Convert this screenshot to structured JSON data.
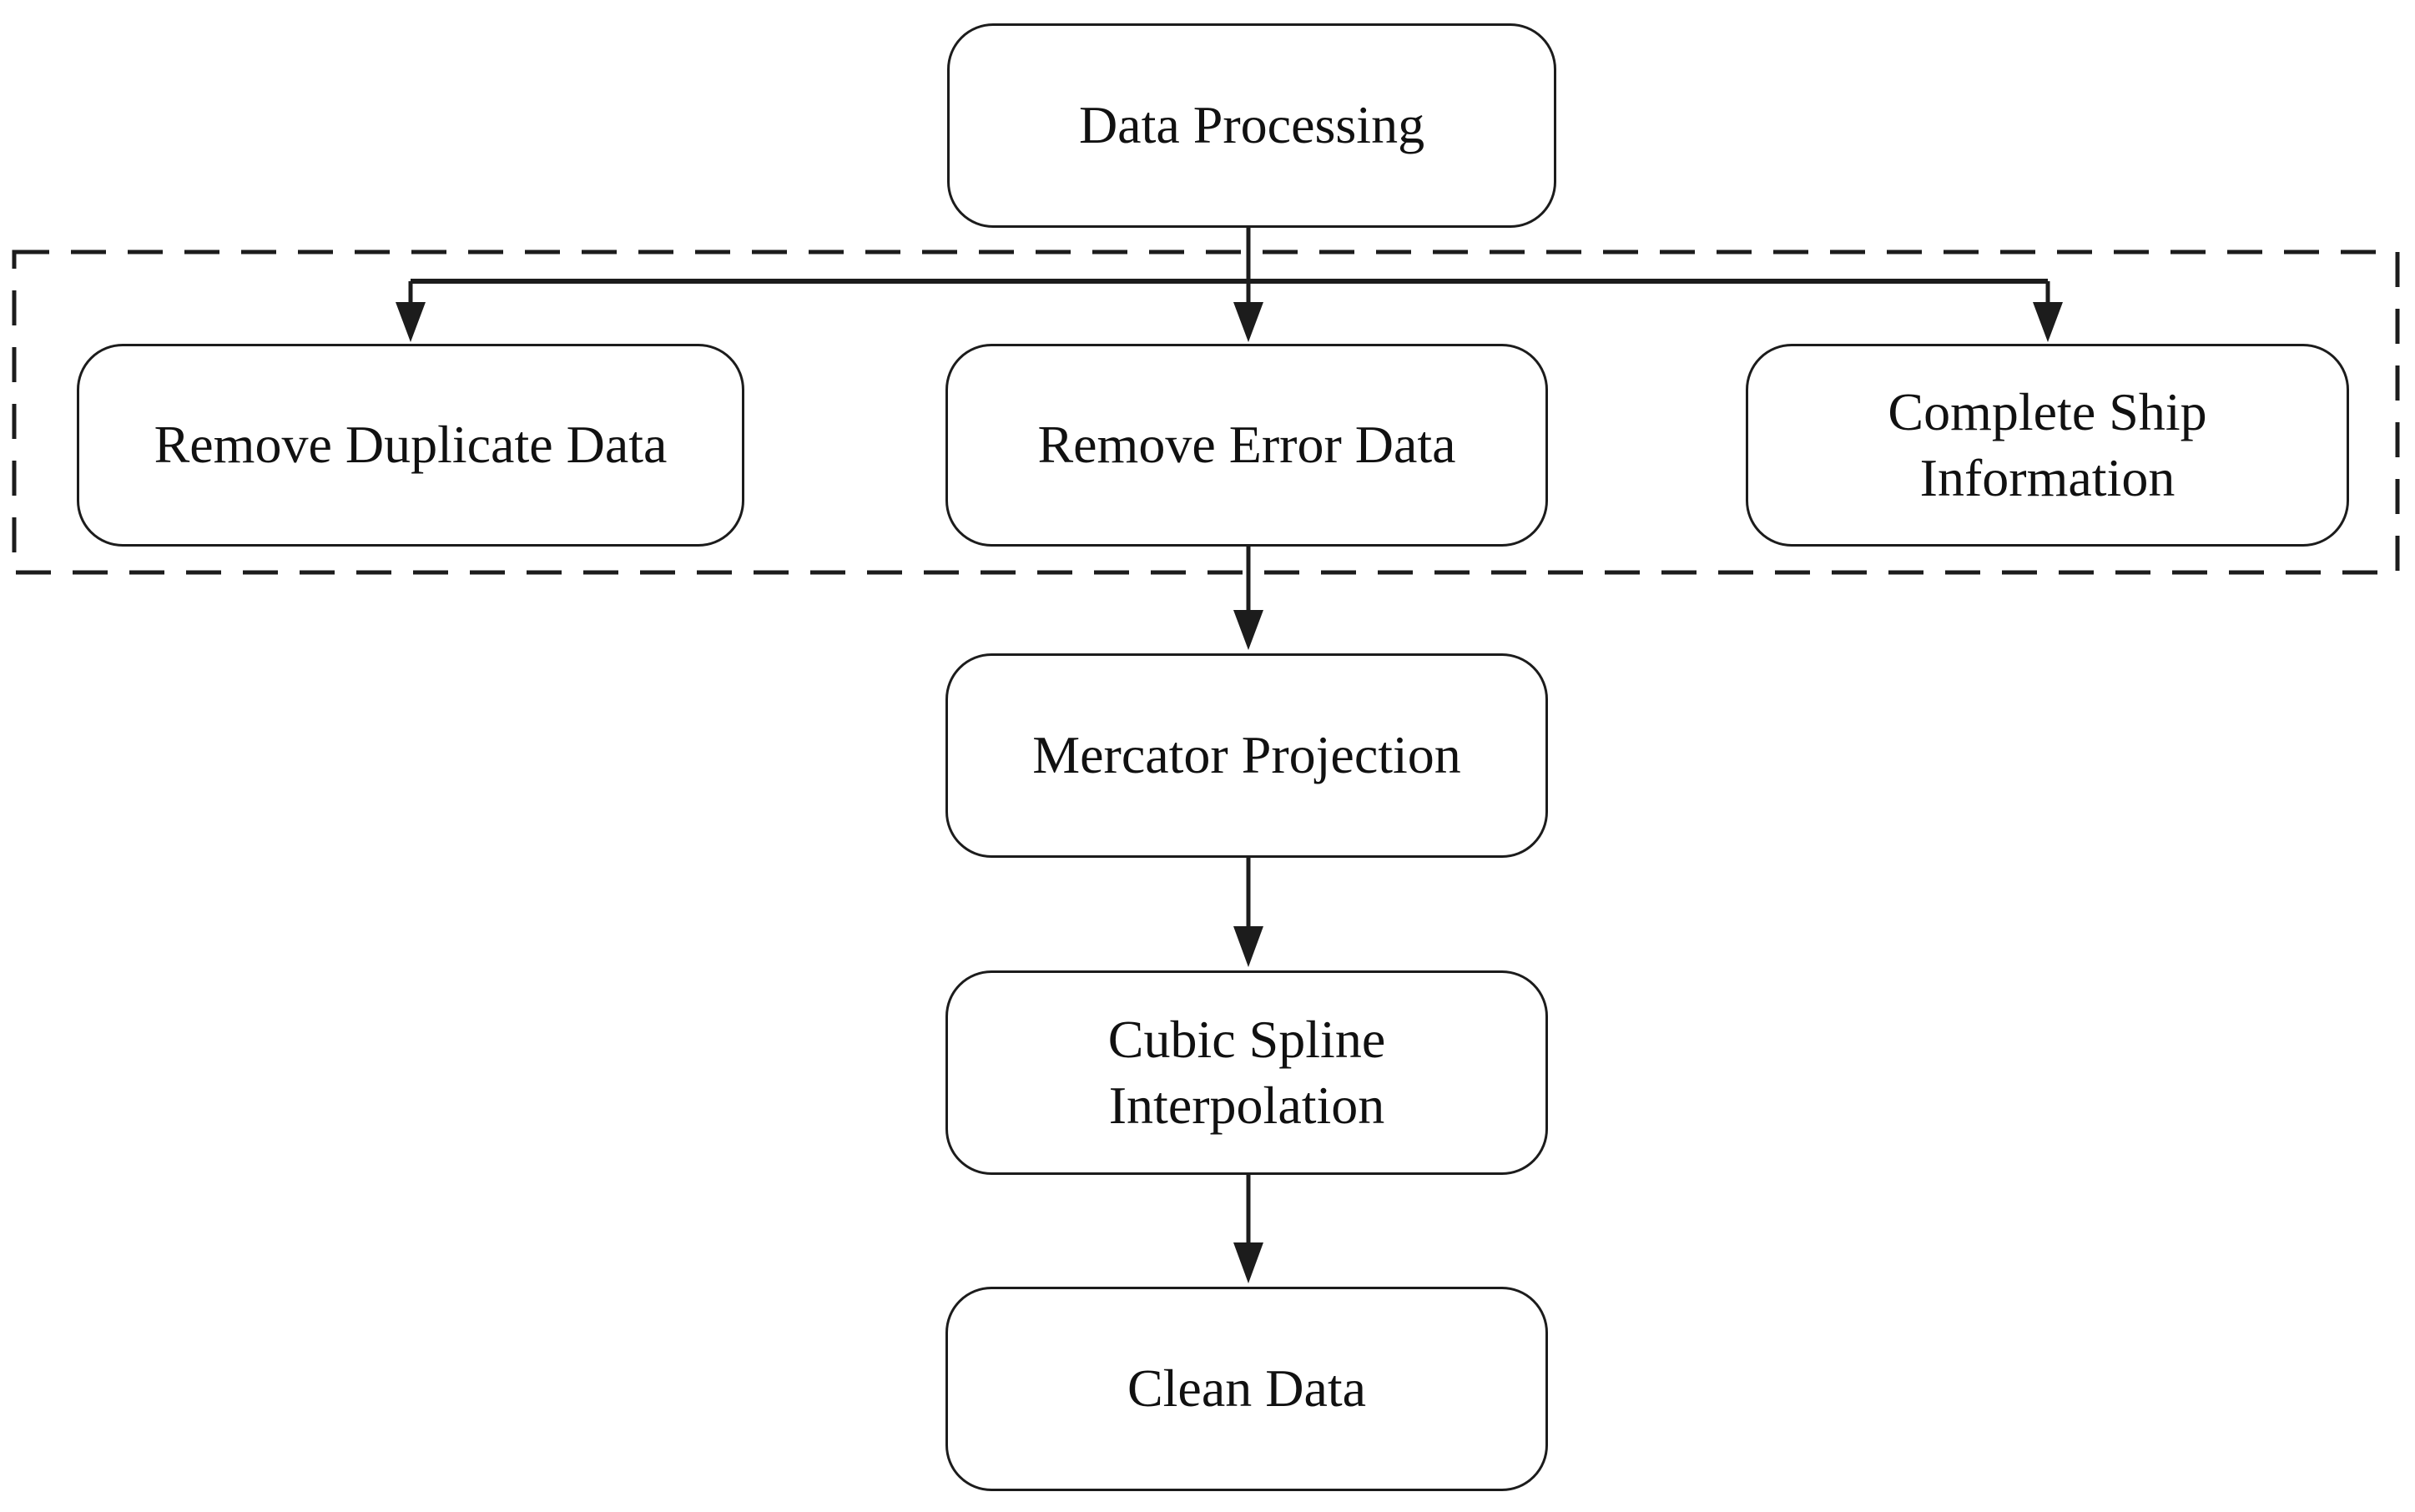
{
  "flowchart": {
    "nodes": {
      "data_processing": {
        "label": "Data Processing"
      },
      "remove_duplicate": {
        "label": "Remove Duplicate Data"
      },
      "remove_error": {
        "label": "Remove Error Data"
      },
      "complete_ship": {
        "label": "Complete Ship Information"
      },
      "mercator": {
        "label": "Mercator Projection"
      },
      "cubic_spline": {
        "label": "Cubic Spline Interpolation"
      },
      "clean_data": {
        "label": "Clean Data"
      }
    },
    "colors": {
      "line": "#1c1c1c",
      "box_background": "#ffffff",
      "text": "#111111"
    }
  }
}
